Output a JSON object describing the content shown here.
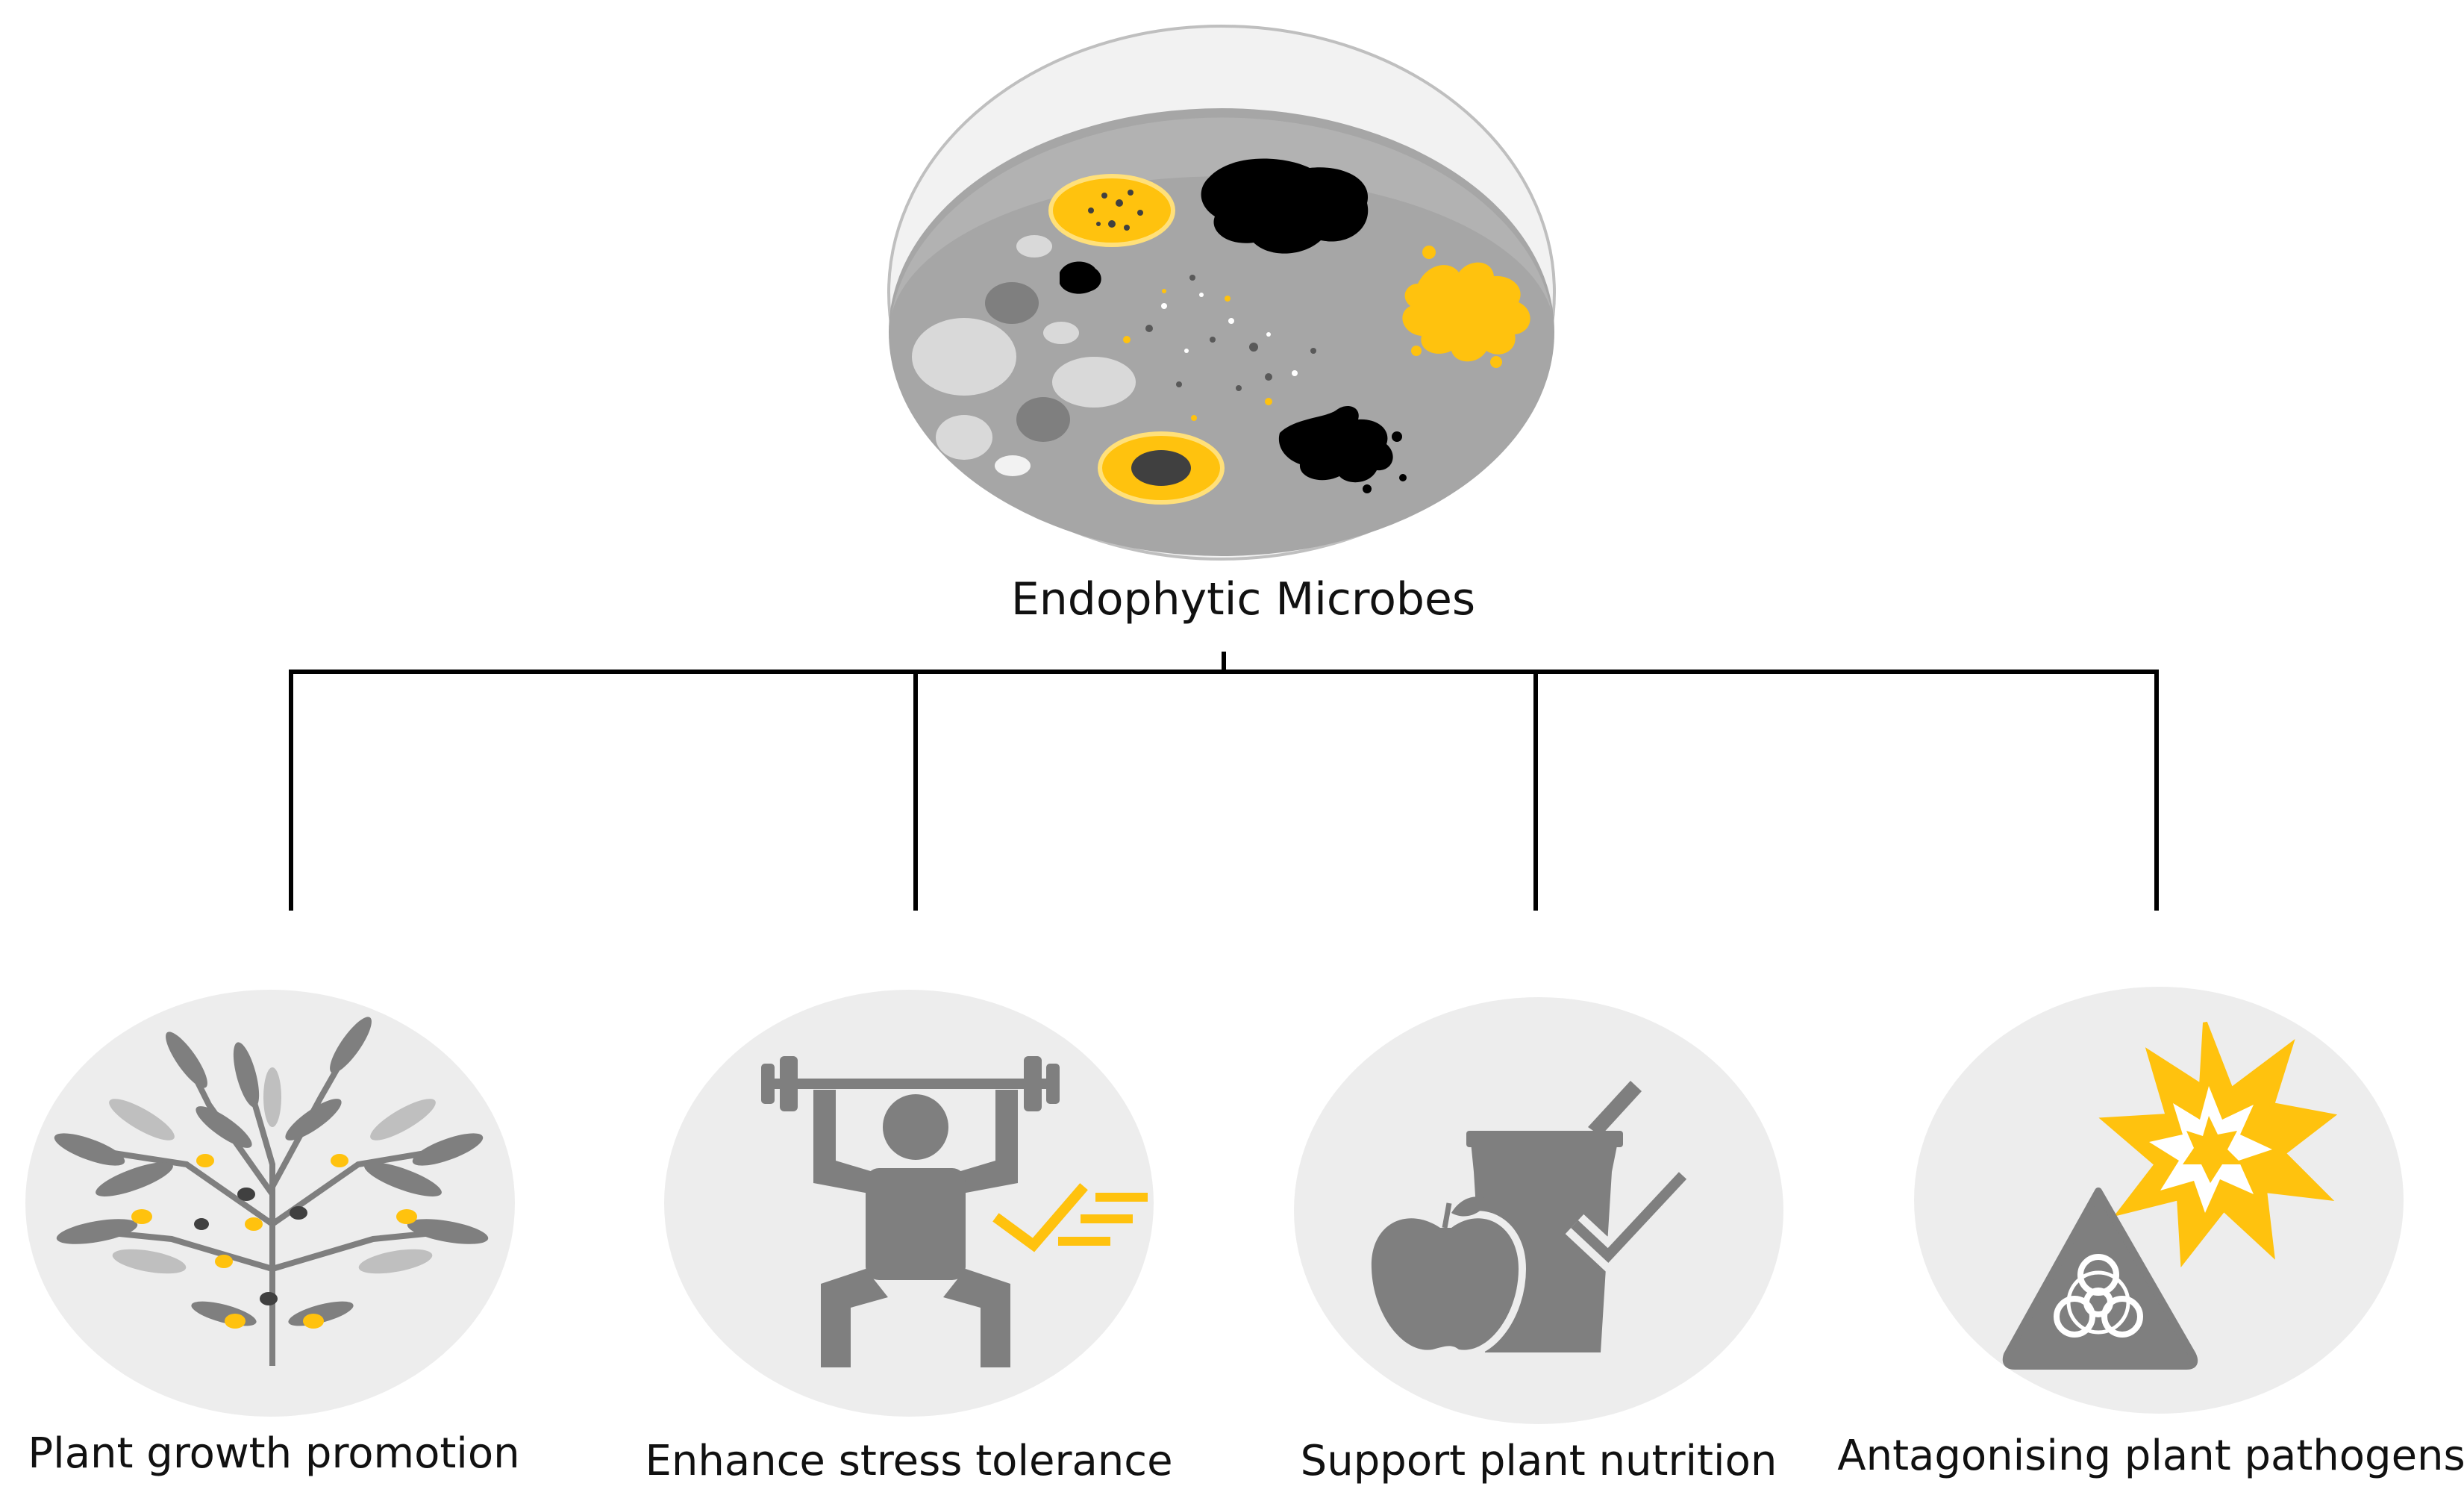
{
  "root": {
    "label": "Endophytic Microbes",
    "icon": "petri-dish-icon"
  },
  "branches": [
    {
      "label": "Plant growth promotion",
      "icon": "plant-branch-icon"
    },
    {
      "label": "Enhance stress tolerance",
      "icon": "weightlifter-icon"
    },
    {
      "label": "Support plant nutrition",
      "icon": "apple-drink-icon"
    },
    {
      "label": "Antagonising plant pathogens",
      "icon": "biohazard-explosion-icon"
    }
  ],
  "colors": {
    "accent": "#ffc20e",
    "icon_gray": "#7f7f7f",
    "circle_bg": "#ededed",
    "connector": "#000000",
    "dish_fill": "#a6a6a6",
    "dish_rim": "#d9d9d9"
  }
}
